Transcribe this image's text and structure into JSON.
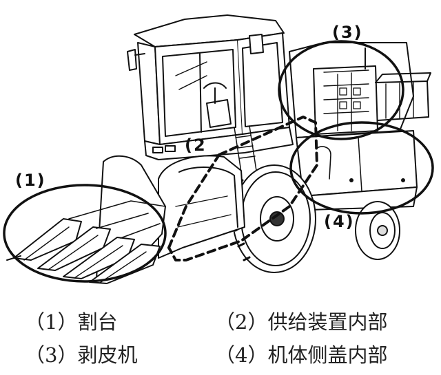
{
  "callouts": {
    "c1": "(1)",
    "c2": "(2",
    "c3": "(3)",
    "c4": "(4)"
  },
  "captions": {
    "c1": "（1）割台",
    "c2": "（2）供给装置内部",
    "c3": "（3）剥皮机",
    "c4": "（4）机体侧盖内部"
  }
}
